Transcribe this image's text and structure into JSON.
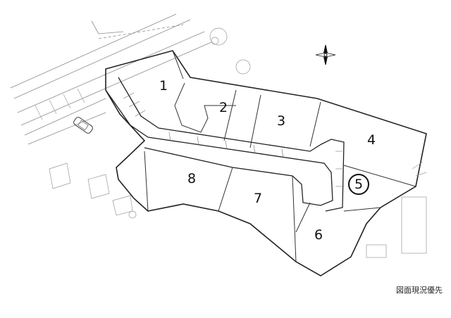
{
  "caption": "図面現況優先",
  "lots": [
    {
      "number": "1",
      "highlighted": false
    },
    {
      "number": "2",
      "highlighted": false
    },
    {
      "number": "3",
      "highlighted": false
    },
    {
      "number": "4",
      "highlighted": false
    },
    {
      "number": "5",
      "highlighted": true
    },
    {
      "number": "6",
      "highlighted": false
    },
    {
      "number": "7",
      "highlighted": false
    },
    {
      "number": "8",
      "highlighted": false
    }
  ],
  "icons": [
    "compass-rose-icon",
    "car-icon"
  ]
}
